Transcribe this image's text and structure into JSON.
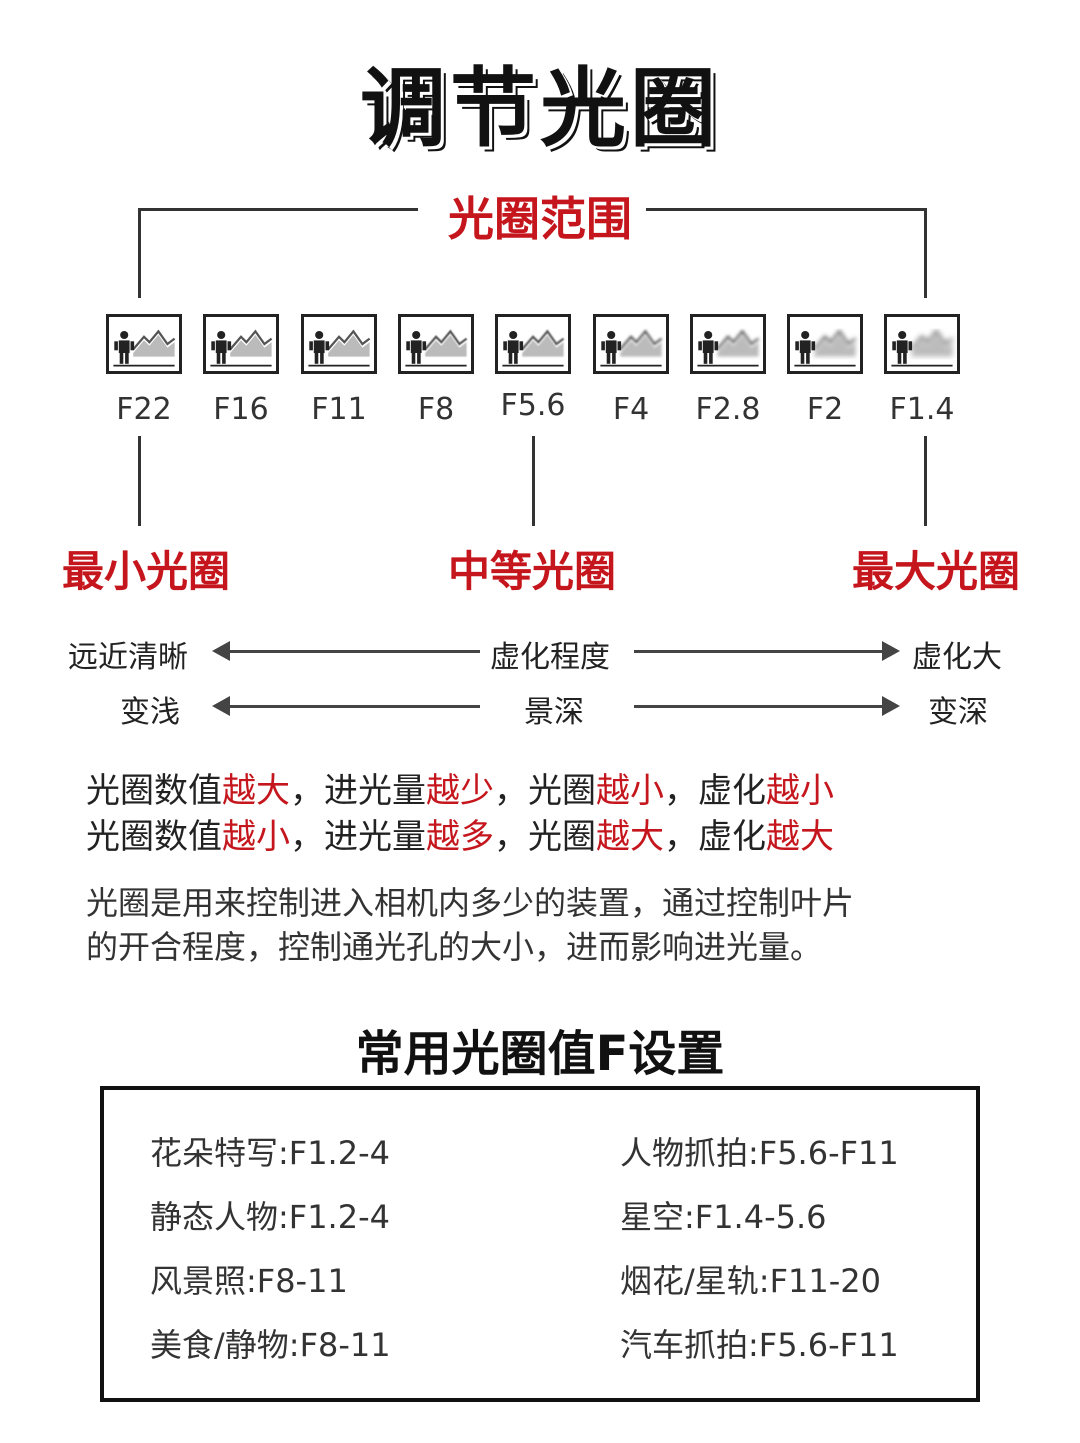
{
  "title": "调节光圈",
  "range_title": "光圈范围",
  "f_stops": [
    {
      "label": "F22",
      "blur": 0
    },
    {
      "label": "F16",
      "blur": 0.2
    },
    {
      "label": "F11",
      "blur": 0.4
    },
    {
      "label": "F8",
      "blur": 0.7
    },
    {
      "label": "F5.6",
      "blur": 1.0
    },
    {
      "label": "F4",
      "blur": 1.4
    },
    {
      "label": "F2.8",
      "blur": 1.8
    },
    {
      "label": "F2",
      "blur": 2.3
    },
    {
      "label": "F1.4",
      "blur": 3.0
    }
  ],
  "categories": {
    "min": "最小光圈",
    "mid": "中等光圈",
    "max": "最大光圈"
  },
  "scales": {
    "blur": {
      "left": "远近清晰",
      "center": "虚化程度",
      "right": "虚化大"
    },
    "depth": {
      "left": "变浅",
      "center": "景深",
      "right": "变深"
    }
  },
  "rules": [
    [
      "光圈数值",
      "越大",
      "，进光量",
      "越少",
      "，光圈",
      "越小",
      "，虚化",
      "越小"
    ],
    [
      "光圈数值",
      "越小",
      "，进光量",
      "越多",
      "，光圈",
      "越大",
      "，虚化",
      "越大"
    ]
  ],
  "description": {
    "line1": "光圈是用来控制进入相机内多少的装置，通过控制叶片",
    "line2": "的开合程度，控制通光孔的大小，进而影响进光量。"
  },
  "settings_title": "常用光圈值F设置",
  "settings": {
    "left": [
      "花朵特写:F1.2-4",
      "静态人物:F1.2-4",
      "风景照:F8-11",
      "美食/静物:F8-11"
    ],
    "right": [
      "人物抓拍:F5.6-F11",
      "星空:F1.4-5.6",
      "烟花/星轨:F11-20",
      "汽车抓拍:F5.6-F11"
    ]
  },
  "colors": {
    "accent": "#c4161c",
    "text": "#222222"
  }
}
